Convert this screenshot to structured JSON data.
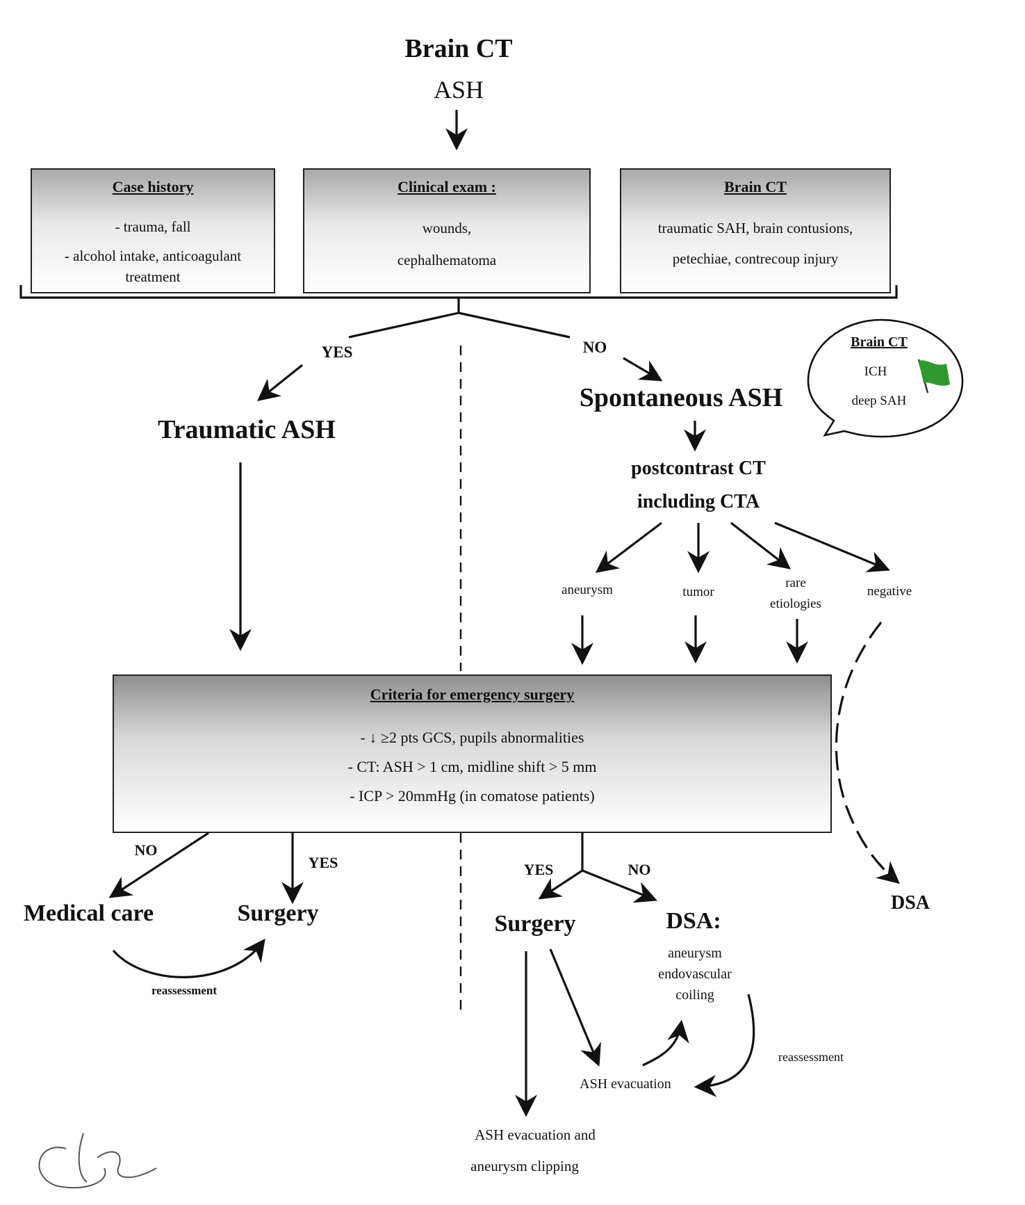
{
  "top": {
    "title": "Brain CT",
    "subtitle": "ASH"
  },
  "boxes": {
    "case_history": {
      "title": "Case history",
      "line1": "- trauma, fall",
      "line2": "- alcohol intake, anticoagulant",
      "line3": "treatment"
    },
    "clinical_exam": {
      "title": "Clinical exam :",
      "line1": "wounds,",
      "line2": "cephalhematoma"
    },
    "brain_ct": {
      "title": "Brain CT",
      "line1": "traumatic SAH, brain contusions,",
      "line2": "petechiae, contrecoup injury"
    }
  },
  "branch": {
    "yes": "YES",
    "no": "NO"
  },
  "traumatic": "Traumatic ASH",
  "spontaneous": "Spontaneous ASH",
  "bubble": {
    "title": "Brain CT",
    "line1": "ICH",
    "line2": "deep SAH"
  },
  "postcontrast": {
    "line1": "postcontrast CT",
    "line2": "including CTA"
  },
  "etiologies": {
    "aneurysm": "aneurysm",
    "tumor": "tumor",
    "rare1": "rare",
    "rare2": "etiologies",
    "negative": "negative"
  },
  "criteria": {
    "title": "Criteria for emergency surgery",
    "line1": "- ↓ ≥2 pts GCS, pupils abnormalities",
    "line2": "- CT: ASH > 1 cm, midline shift > 5 mm",
    "line3": "- ICP > 20mmHg  (in comatose patients)"
  },
  "left_branch": {
    "no": "NO",
    "yes": "YES",
    "medical": "Medical care",
    "surgery": "Surgery",
    "reassess": "reassessment"
  },
  "right_branch": {
    "yes": "YES",
    "no": "NO",
    "surgery": "Surgery",
    "dsa_colon": "DSA:",
    "dsa_line1": "aneurysm",
    "dsa_line2": "endovascular",
    "dsa_line3": "coiling",
    "ash_evac": "ASH evacuation",
    "reassess": "reassessment",
    "final1": "ASH evacuation  and",
    "final2": "aneurysm clipping"
  },
  "dsa": "DSA",
  "colors": {
    "red_flag": "#b3201f",
    "green_flag": "#2e9a2e",
    "box_top": "#a9a9a9"
  }
}
